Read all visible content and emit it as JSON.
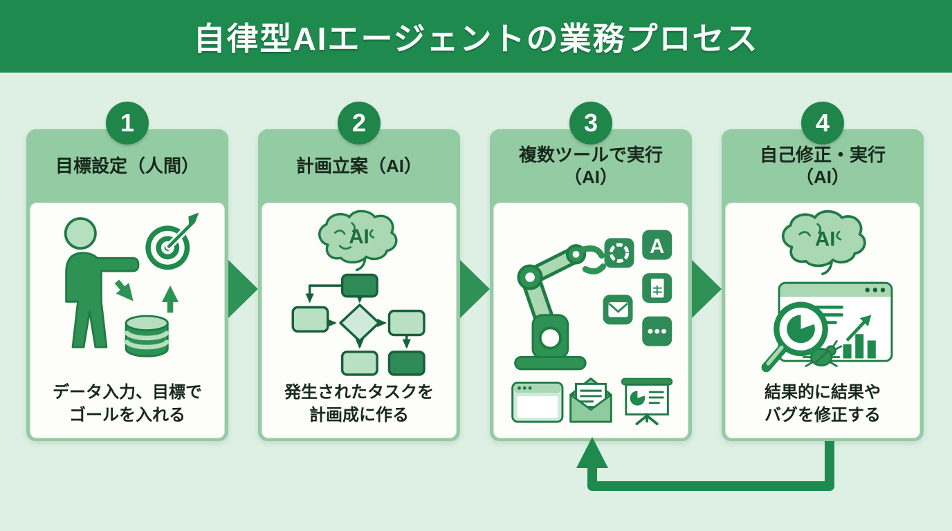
{
  "title": "自律型AIエージェントの業務プロセス",
  "ai_label": "AI",
  "colors": {
    "banner_bg": "#1e8a4e",
    "page_bg": "#def0e4",
    "card_header_bg": "#93cba2",
    "card_body_bg": "#fdfdf9",
    "step_circle_bg": "#1f8549",
    "forward_arrow": "#2f9155",
    "feedback_arrow": "#1e8a4d",
    "icon_dark_green": "#2e9254",
    "icon_light_green": "#a9d8b3",
    "text": "#17271c"
  },
  "steps": [
    {
      "number": "1",
      "title_lines": [
        "目標設定（人間）"
      ],
      "caption_lines": [
        "データ入力、目標で",
        "ゴールを入れる"
      ],
      "icons": [
        "person-icon",
        "target-dart-icon",
        "arrow-down-right-icon",
        "arrow-up-icon",
        "database-icon"
      ]
    },
    {
      "number": "2",
      "title_lines": [
        "計画立案（AI）"
      ],
      "caption_lines": [
        "発生されたタスクを",
        "計画成に作る"
      ],
      "icons": [
        "ai-brain-icon",
        "flowchart-icon"
      ]
    },
    {
      "number": "3",
      "title_lines": [
        "複数ツールで実行",
        "（AI）"
      ],
      "caption_lines": [],
      "icons": [
        "robot-arm-icon",
        "openai-app-icon",
        "app-store-app-icon",
        "spreadsheet-app-icon",
        "mail-app-icon",
        "more-apps-icon",
        "browser-window-icon",
        "open-envelope-icon",
        "presentation-chart-icon"
      ]
    },
    {
      "number": "4",
      "title_lines": [
        "自己修正・実行",
        "（AI）"
      ],
      "caption_lines": [
        "結果的に結果や",
        "バグを修正する"
      ],
      "icons": [
        "ai-brain-icon",
        "analysis-window-icon",
        "magnifier-pie-icon",
        "bug-icon",
        "bar-chart-icon",
        "trend-arrow-icon"
      ]
    }
  ]
}
